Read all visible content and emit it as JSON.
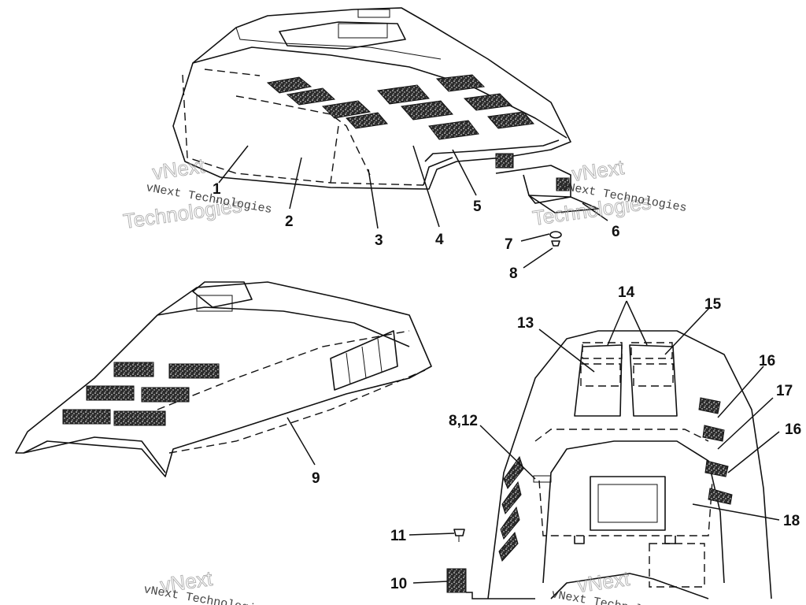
{
  "watermark": {
    "line1": "vNext",
    "line2": "Technologies",
    "full": "vNext Technologies"
  },
  "callouts": {
    "c1": "1",
    "c2": "2",
    "c3": "3",
    "c4": "4",
    "c5": "5",
    "c6": "6",
    "c7": "7",
    "c8": "8",
    "c9": "9",
    "c10": "10",
    "c11": "11",
    "c8_12": "8,12",
    "c13": "13",
    "c14": "14",
    "c15": "15",
    "c16a": "16",
    "c16b": "16",
    "c17": "17",
    "c18": "18"
  }
}
